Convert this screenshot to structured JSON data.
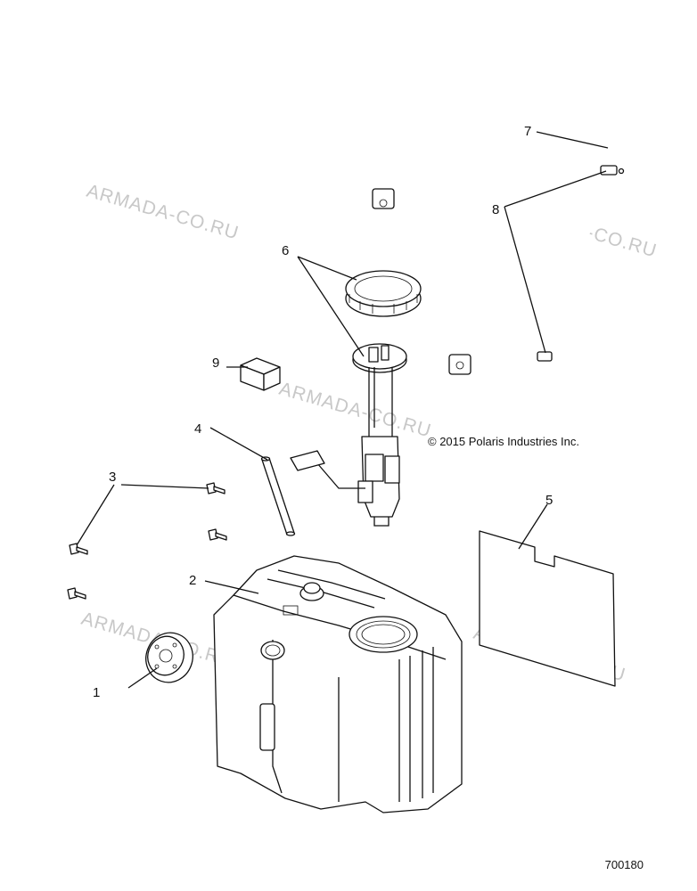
{
  "copyright": "© 2015 Polaris Industries Inc.",
  "drawing_number": "700180",
  "watermark": "ARMADA-CO.RU",
  "callouts": {
    "c1": "1",
    "c2": "2",
    "c3": "3",
    "c4": "4",
    "c5": "5",
    "c6": "6",
    "c7": "7",
    "c8": "8",
    "c9": "9"
  }
}
